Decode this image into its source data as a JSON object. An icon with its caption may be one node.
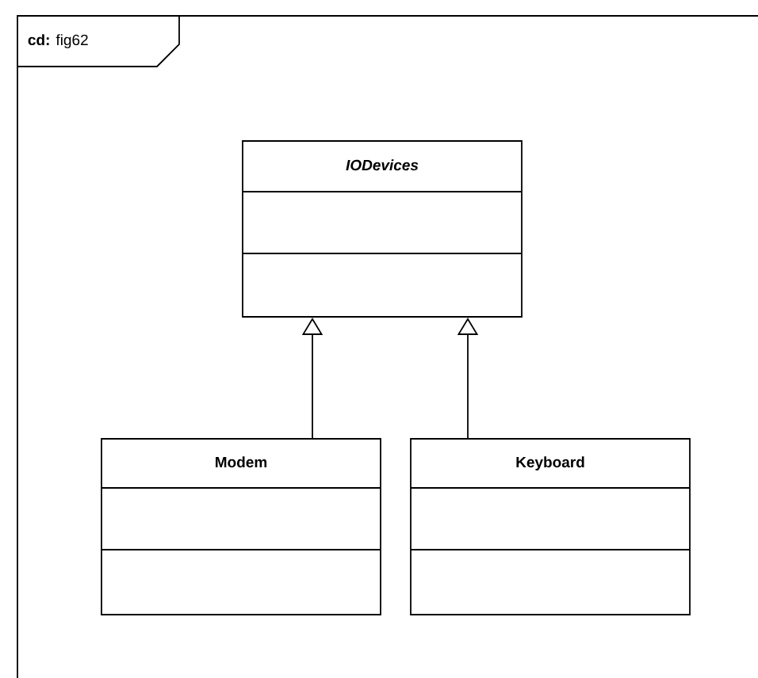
{
  "diagram": {
    "nodes": [
      {
        "text": [
          "**cd:** fig62"
        ]
      },
      {
        "text": [
          "IODevices"
        ],
        "in": 0
      },
      {
        "text": [
          "Modem"
        ],
        "in": 0
      },
      {
        "text": [
          "Keyboard"
        ],
        "in": 0
      }
    ],
    "edges": [
      {
        "from": 2,
        "to": 1,
        "arrow": "to"
      },
      {
        "from": 3,
        "to": 1,
        "arrow": "to"
      }
    ]
  }
}
